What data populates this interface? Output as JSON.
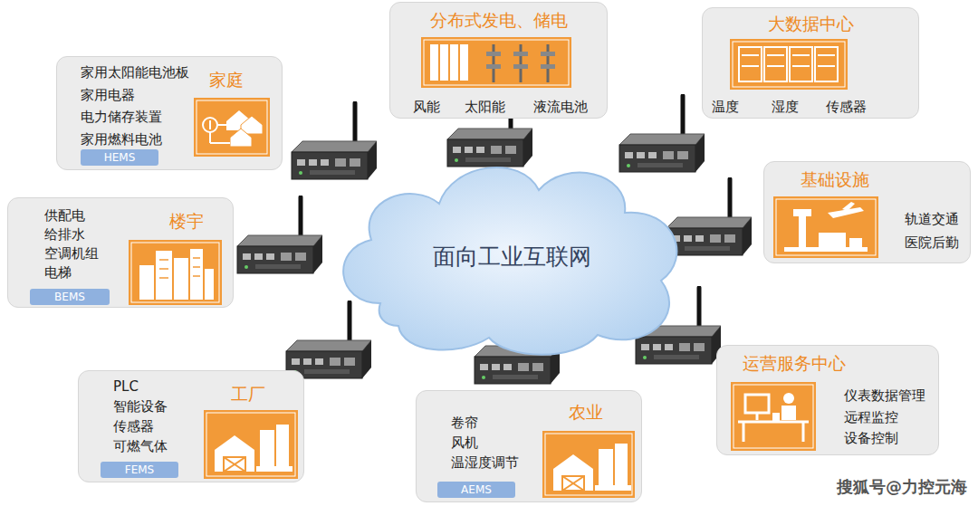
{
  "diagram": {
    "nodes": [
      {
        "text": [
          "家庭",
          "家用太阳能电池板",
          "家用电器",
          "电力储存装置",
          "家用燃料电池"
        ]
      },
      {
        "text": [
          "HEMS"
        ],
        "in": 0
      },
      {
        "text": [
          "分布式发电、储电",
          "风能",
          "太阳能",
          "液流电池"
        ]
      },
      {
        "text": [
          "大数据中心",
          "温度",
          "湿度",
          "传感器"
        ]
      },
      {
        "text": [
          "楼宇",
          "供配电",
          "给排水",
          "空调机组",
          "电梯"
        ]
      },
      {
        "text": [
          "BEMS"
        ],
        "in": 4
      },
      {
        "text": [
          "面向工业互联网"
        ]
      },
      {
        "text": [
          "基础设施",
          "轨道交通",
          "医院后勤"
        ]
      },
      {
        "text": [
          "工厂",
          "PLC",
          "智能设备",
          "传感器",
          "可燃气体"
        ]
      },
      {
        "text": [
          "FEMS"
        ],
        "in": 8
      },
      {
        "text": [
          "农业",
          "卷帘",
          "风机",
          "温湿度调节"
        ]
      },
      {
        "text": [
          "AEMS"
        ],
        "in": 10
      },
      {
        "text": [
          "运营服务中心",
          "仪表数据管理",
          "远程监控",
          "设备控制"
        ]
      }
    ],
    "labels": [
      "搜狐号@力控元海"
    ]
  }
}
